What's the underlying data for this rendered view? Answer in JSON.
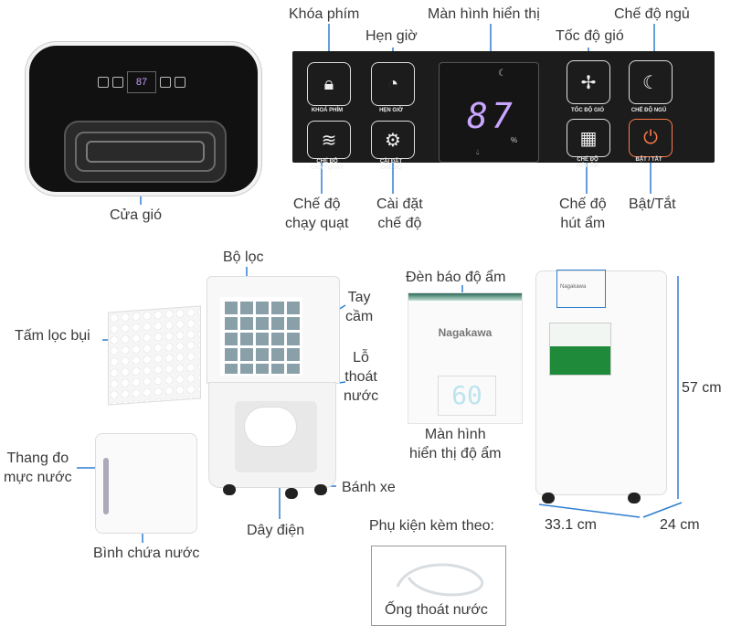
{
  "callouts": {
    "khoa_phim": "Khóa phím",
    "hen_gio": "Hẹn giờ",
    "man_hinh_hien_thi": "Màn hình hiển thị",
    "toc_do_gio": "Tốc độ gió",
    "che_do_ngu": "Chế độ ngủ",
    "cua_gio": "Cửa gió",
    "che_do_chay_quat": "Chế độ\nchạy quạt",
    "cai_dat_che_do": "Cài đặt\nchế độ",
    "che_do_hut_am": "Chế độ\nhút ẩm",
    "bat_tat": "Bật/Tắt",
    "bo_loc": "Bộ lọc",
    "tay_cam": "Tay\ncầm",
    "lo_thoat_nuoc": "Lỗ\nthoát\nnước",
    "tam_loc_bui": "Tấm lọc bụi",
    "thang_do_muc_nuoc": "Thang đo\nmực nước",
    "binh_chua_nuoc": "Bình chứa nước",
    "day_dien": "Dây điện",
    "banh_xe": "Bánh xe",
    "den_bao_do_am": "Đèn báo độ ẩm",
    "man_hinh_hien_thi_do_am": "Màn hình\nhiển thị độ ẩm",
    "phu_kien": "Phụ kiện kèm theo:",
    "ong_thoat_nuoc": "Ống thoát nước"
  },
  "panel": {
    "btn_khoa_phim": "KHOÁ PHÍM",
    "btn_hen_gio": "HẸN GIỜ",
    "btn_che_do_chay_quat": "CHẾ ĐỘ\nCHẠY QUẠT",
    "btn_cai_dat_che_do": "CÀI ĐẶT\nCHẾ ĐỘ",
    "btn_toc_do_gio": "TỐC ĐỘ GIÓ",
    "btn_che_do_ngu": "CHẾ ĐỘ NGỦ",
    "btn_che_do_hut_am": "CHẾ ĐỘ\nHÚT ẨM",
    "btn_bat_tat": "BẬT / TẮT",
    "display_value": "87",
    "display_unit": "%"
  },
  "closeup": {
    "brand": "Nagakawa",
    "humidity_value": "60"
  },
  "dimensions": {
    "height": "57 cm",
    "width": "33.1 cm",
    "depth": "24 cm"
  },
  "colors": {
    "panel_bg": "#1c1c1c",
    "display_digits": "#c9a6ff",
    "power_accent": "#ff7a4a",
    "dimension_line": "#2f7fd0"
  },
  "icons": [
    "lock-icon",
    "timer-icon",
    "fan-icon",
    "moon-icon",
    "wave-icon",
    "gear-icon",
    "grid-icon",
    "power-icon"
  ]
}
